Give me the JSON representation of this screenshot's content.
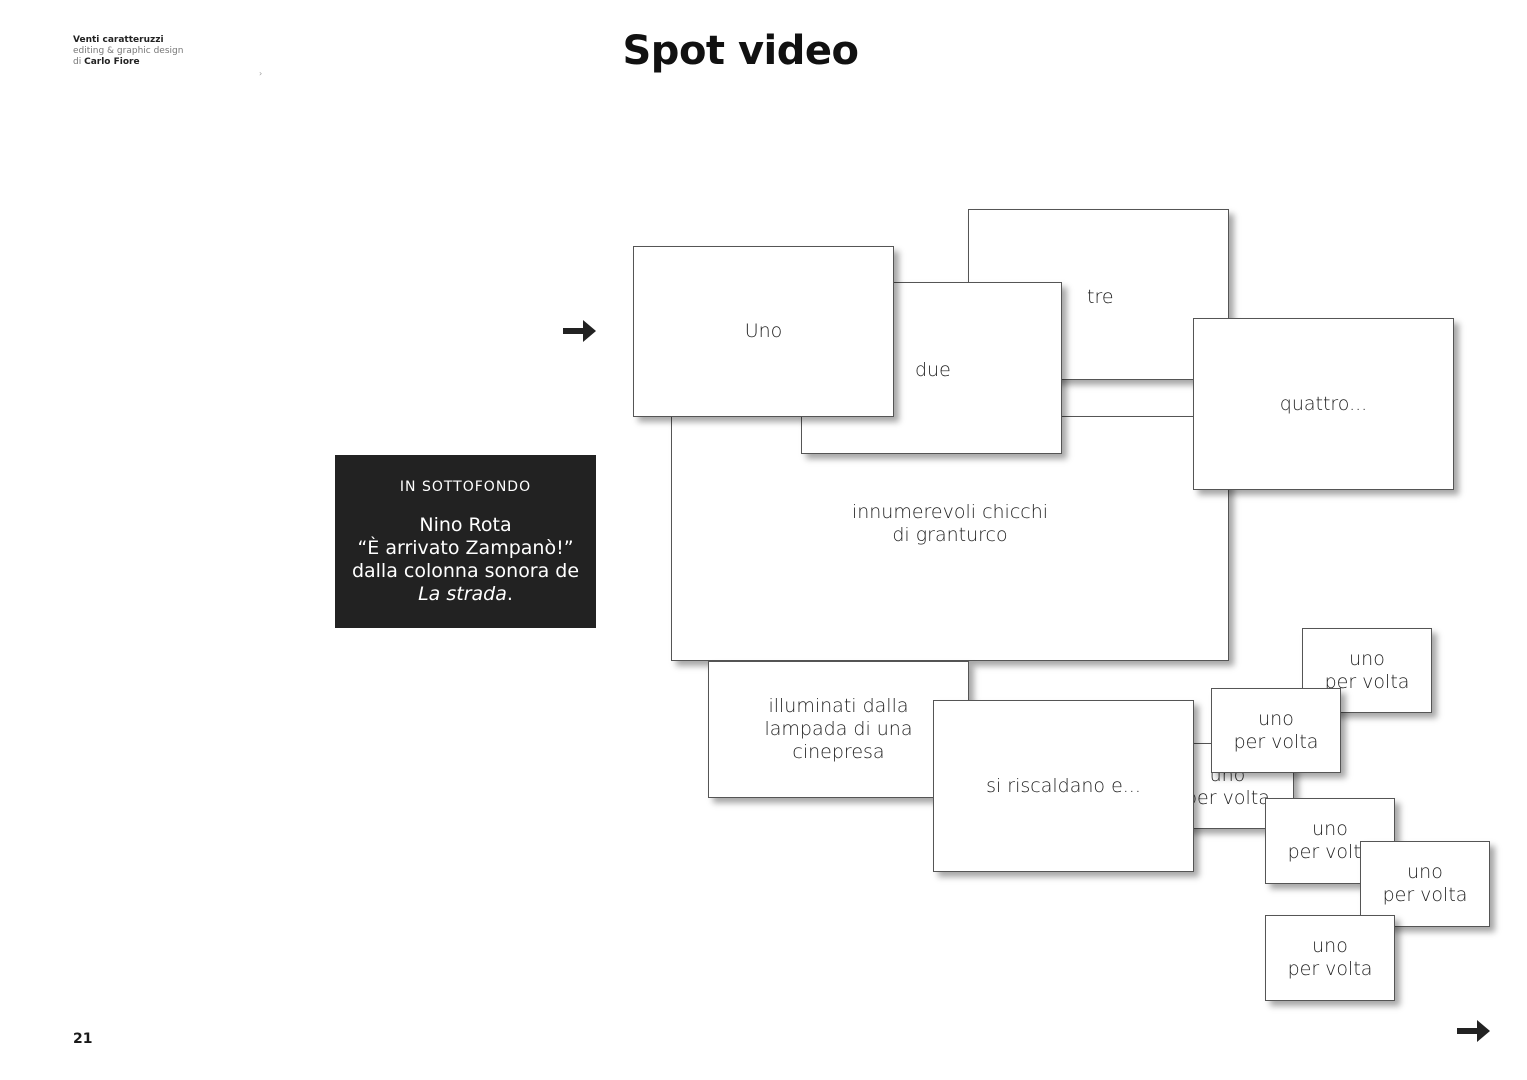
{
  "header": {
    "book_title": "Venti caratteruzzi",
    "credit_line": "editing & graphic design",
    "author_prefix": "di",
    "author_name": "Carlo Fiore",
    "mark": "›"
  },
  "page_title": "Spot video",
  "cards": {
    "uno": "Uno",
    "due": "due",
    "tre": "tre",
    "quattro": "quattro...",
    "chicchi": "innumerevoli chicchi\ndi granturco",
    "illuminati": "illuminati dalla\nlampada di una\ncinepresa",
    "riscaldano": "si riscaldano e...",
    "per_volta": "uno\nper volta"
  },
  "background_music": {
    "heading": "IN SOTTOFONDO",
    "composer": "Nino Rota",
    "piece": "“È arrivato Zampanò!”",
    "source": "dalla colonna sonora de",
    "film": "La strada",
    "film_suffix": "."
  },
  "page_number": "21",
  "icons": {
    "start_arrow": "right-arrow-icon",
    "next_arrow": "right-arrow-icon"
  },
  "colors": {
    "text": "#1a1a1a",
    "box_background": "#222222",
    "card_border": "#555555"
  }
}
